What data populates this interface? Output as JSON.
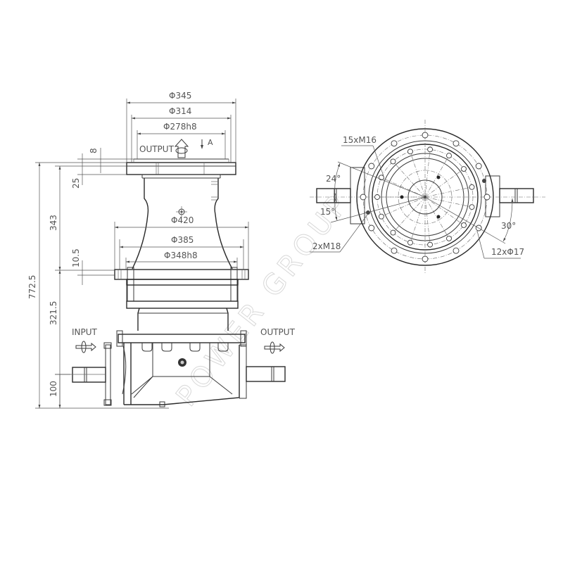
{
  "drawing": {
    "type": "gearbox technical drawing",
    "watermark": "POWER GROUP",
    "colors": {
      "line": "#3a3a3a",
      "text": "#555555",
      "background": "#ffffff"
    }
  },
  "side_view": {
    "diameters": {
      "top_flange_outer": "Φ345",
      "top_flange_bolt_circle": "Φ314",
      "top_flange_spigot": "Φ278h8",
      "mid_flange_outer": "Φ420",
      "mid_flange_bolt_circle": "Φ385",
      "mid_flange_spigot": "Φ348h8"
    },
    "heights": {
      "total": "772.5",
      "upper": "343",
      "lower": "321.5",
      "flange_thickness": "25",
      "spigot_height": "8",
      "mid_spigot": "10.5",
      "shaft_center": "100"
    },
    "labels": {
      "top_output": "OUTPUT",
      "view_marker": "A",
      "input": "INPUT",
      "side_output": "OUTPUT"
    },
    "icons": [
      "rotation-arrow-up-icon",
      "rotation-arrow-right-icon"
    ]
  },
  "top_view": {
    "callouts": {
      "tapped_holes": "15xM16",
      "lifting_holes": "2xM18",
      "through_holes": "12xΦ17"
    },
    "angles": {
      "upper_left": "24°",
      "lower_left": "15°",
      "lower_right": "30°"
    }
  }
}
